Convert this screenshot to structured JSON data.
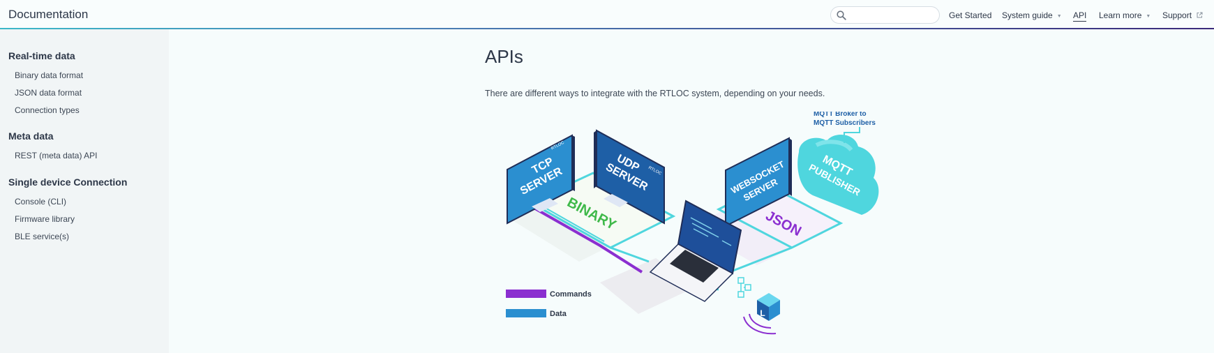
{
  "header": {
    "brand": "Documentation",
    "search": {
      "placeholder": "",
      "value": ""
    },
    "nav": [
      {
        "label": "Get Started"
      },
      {
        "label": "System guide"
      },
      {
        "label": "API"
      },
      {
        "label": "Learn more"
      },
      {
        "label": "Support"
      }
    ]
  },
  "sidebar": {
    "sections": [
      {
        "title": "Real-time data",
        "items": [
          "Binary data format",
          "JSON data format",
          "Connection types"
        ]
      },
      {
        "title": "Meta data",
        "items": [
          "REST (meta data) API"
        ]
      },
      {
        "title": "Single device Connection",
        "items": [
          "Console (CLI)",
          "Firmware library",
          "BLE service(s)"
        ]
      }
    ]
  },
  "main": {
    "title": "APIs",
    "intro": "There are different ways to integrate with the RTLOC system, depending on your needs.",
    "diagram": {
      "tcp": [
        "TCP",
        "SERVER"
      ],
      "udp": [
        "UDP",
        "SERVER"
      ],
      "binary": "BINARY",
      "websocket": [
        "WEBSOCKET",
        "SERVER"
      ],
      "mqtt": [
        "MQTT",
        "PUBLISHER"
      ],
      "json": "JSON",
      "mqtt_note": [
        "MQTT Broker to",
        "MQTT Subscribers"
      ],
      "brand_mark": "RTLOC",
      "device_letter": "L",
      "legend": [
        {
          "label": "Commands",
          "color": "#8b2fd0"
        },
        {
          "label": "Data",
          "color": "#2b8fd0"
        }
      ]
    }
  }
}
